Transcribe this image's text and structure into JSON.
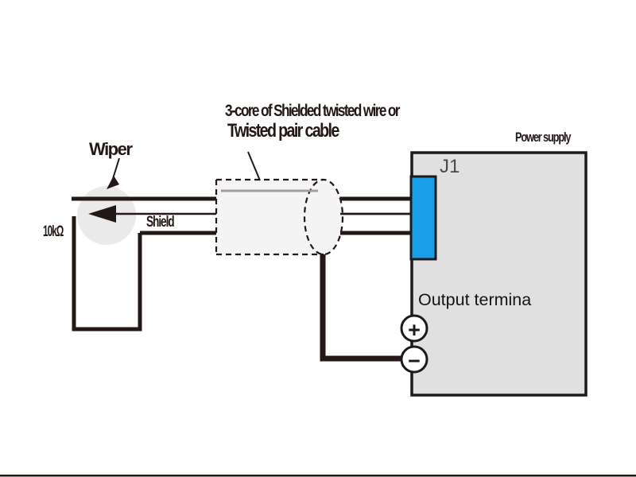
{
  "colors": {
    "ink": "#231815",
    "device_fill": "#e0e0e0",
    "connector_blue": "#19a0e8",
    "pot_fill": "#eaeaea",
    "shield_fill": "#f4f4f4"
  },
  "labels": {
    "cable_note_line1": "3-core of Shielded twisted wire or",
    "cable_note_line2": "Twisted pair cable",
    "wiper": "Wiper",
    "pot_value": "10kΩ",
    "shield_wire": "Shield",
    "device_name": "Power supply",
    "connector": "J1",
    "output_terminal": "Output termina",
    "plus": "+",
    "minus": "−"
  }
}
